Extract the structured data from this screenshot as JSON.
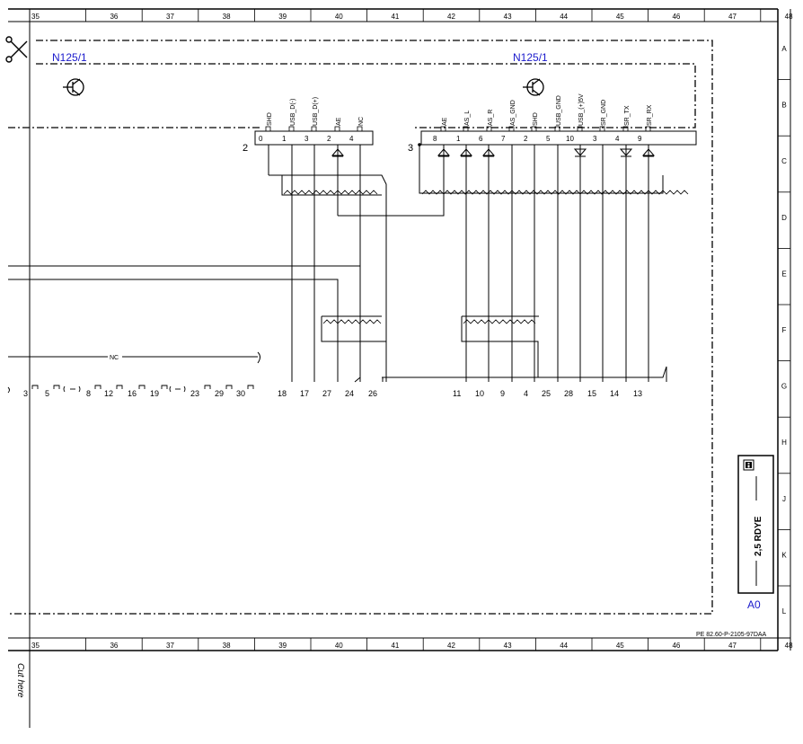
{
  "header": {
    "columns": [
      "35",
      "36",
      "37",
      "38",
      "39",
      "40",
      "41",
      "42",
      "43",
      "44",
      "45",
      "46",
      "47",
      "48"
    ]
  },
  "side_rows": [
    "A",
    "B",
    "C",
    "D",
    "E",
    "F",
    "G",
    "H",
    "J",
    "K",
    "L"
  ],
  "modules": {
    "left_label": "N125/1",
    "right_label": "N125/1"
  },
  "connectors": {
    "c2": {
      "number": "2",
      "pins": [
        {
          "num": "0",
          "signal": "SHD"
        },
        {
          "num": "1",
          "signal": "USB_D(-)"
        },
        {
          "num": "3",
          "signal": "USB_D(+)"
        },
        {
          "num": "2",
          "signal": "AE"
        },
        {
          "num": "4",
          "signal": "NC"
        }
      ]
    },
    "c3": {
      "number": "3",
      "pins": [
        {
          "num": "8",
          "signal": "AE"
        },
        {
          "num": "1",
          "signal": "AS_L"
        },
        {
          "num": "6",
          "signal": "AS_R"
        },
        {
          "num": "7",
          "signal": "AS_GND"
        },
        {
          "num": "2",
          "signal": "SHD"
        },
        {
          "num": "5",
          "signal": "USB_GND"
        },
        {
          "num": "10",
          "signal": "USB_(+)5V"
        },
        {
          "num": "3",
          "signal": "SR_GND"
        },
        {
          "num": "4",
          "signal": "SR_TX"
        },
        {
          "num": "9",
          "signal": "SR_RX"
        }
      ]
    }
  },
  "wire_numbers": [
    "3",
    "5",
    "8",
    "12",
    "16",
    "19",
    "23",
    "29",
    "30",
    "18",
    "17",
    "27",
    "24",
    "26",
    "11",
    "10",
    "9",
    "4",
    "25",
    "28",
    "15",
    "14",
    "13"
  ],
  "nc_label": "NC",
  "legend": {
    "wire_label": "2,5 RDYE",
    "page_label": "A0",
    "info_icon": "info-icon"
  },
  "footer": {
    "doc_ref": "PE 82.60-P-2105-97DAA",
    "cut_text": "Cut here"
  }
}
